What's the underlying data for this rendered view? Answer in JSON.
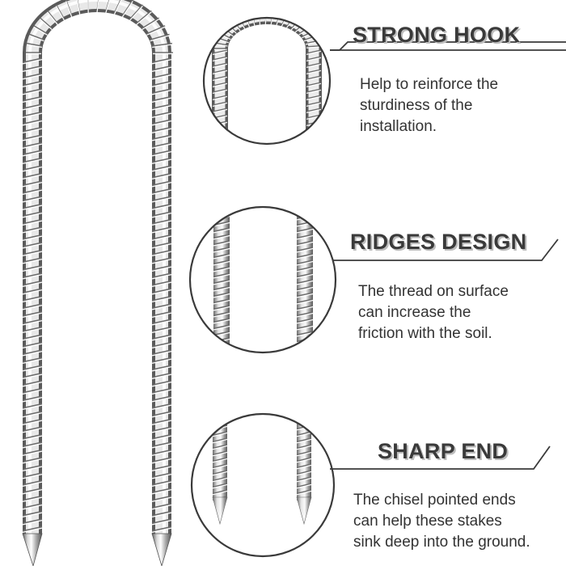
{
  "features": [
    {
      "title": "STRONG HOOK",
      "lines": [
        "Help to reinforce the",
        "sturdiness of the",
        "installation."
      ]
    },
    {
      "title": "RIDGES DESIGN",
      "lines": [
        "The thread on surface",
        "can increase the",
        "friction with the soil."
      ]
    },
    {
      "title": "SHARP END",
      "lines": [
        "The chisel pointed ends",
        "can help these stakes",
        "sink deep into the ground."
      ]
    }
  ],
  "colors": {
    "text": "#333333",
    "heading": "#3a3a3a",
    "heading_shadow": "#bdbdbd",
    "line": "#3a3a3a",
    "metal_dark": "#6e6e6e",
    "metal_light": "#f2f2f2"
  }
}
